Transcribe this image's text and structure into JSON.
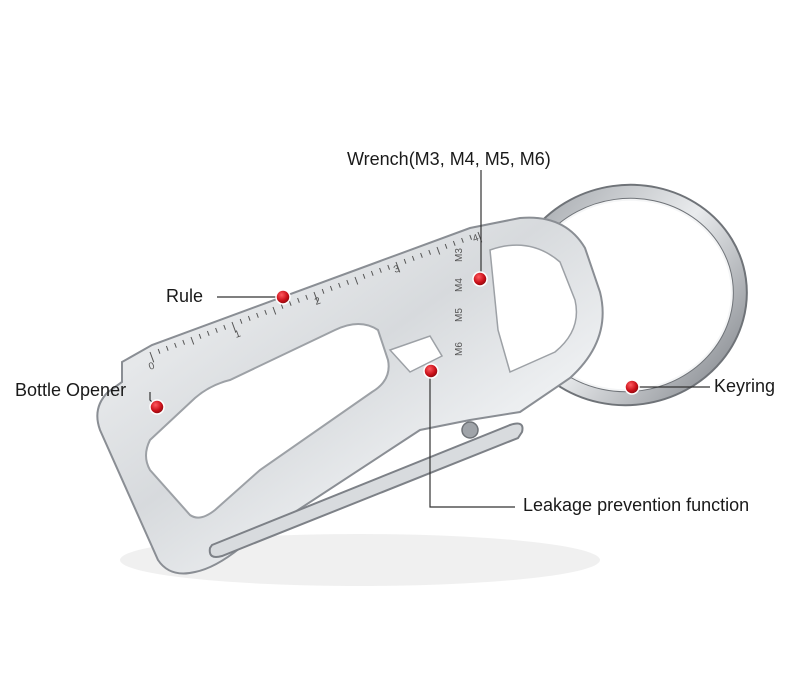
{
  "diagram": {
    "labels": {
      "wrench": "Wrench(M3, M4, M5, M6)",
      "rule": "Rule",
      "bottle_opener": "Bottle Opener",
      "keyring": "Keyring",
      "leakage": "Leakage prevention function"
    },
    "ruler_marks": [
      "0",
      "1",
      "2",
      "3",
      "4"
    ],
    "wrench_sizes": [
      "M3",
      "M4",
      "M5",
      "M6"
    ],
    "colors": {
      "metal_light": "#eef0f2",
      "metal_mid": "#c9ccd0",
      "metal_dark": "#8a8e94",
      "marker": "#d0121b",
      "line": "#333333"
    }
  }
}
